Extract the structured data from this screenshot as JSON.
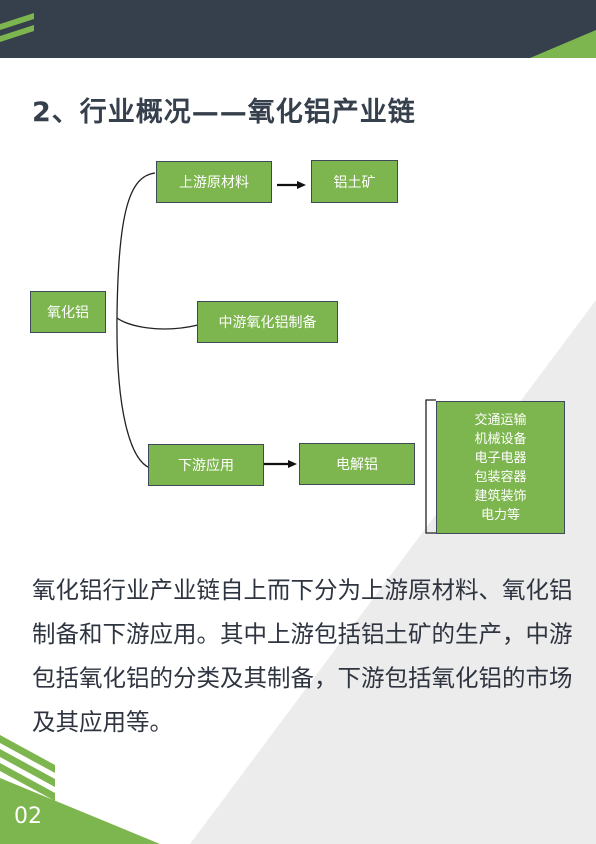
{
  "title": "2、行业概况——氧化铝产业链",
  "diagram": {
    "root": "氧化铝",
    "upstream": "上游原材料",
    "bauxite": "铝土矿",
    "midstream": "中游氧化铝制备",
    "downstream": "下游应用",
    "electrolytic": "电解铝",
    "applications": [
      "交通运输",
      "机械设备",
      "电子电器",
      "包装容器",
      "建筑装饰",
      "电力等"
    ]
  },
  "body_text": "氧化铝行业产业链自上而下分为上游原材料、氧化铝制备和下游应用。其中上游包括铝土矿的生产，中游包括氧化铝的分类及其制备，下游包括氧化铝的市场及其应用等。",
  "page_number": "02",
  "colors": {
    "header": "#36404d",
    "accent": "#7db54e",
    "box_border": "#3e4a5a",
    "diagonal": "#ececec",
    "text": "#2f3540"
  }
}
